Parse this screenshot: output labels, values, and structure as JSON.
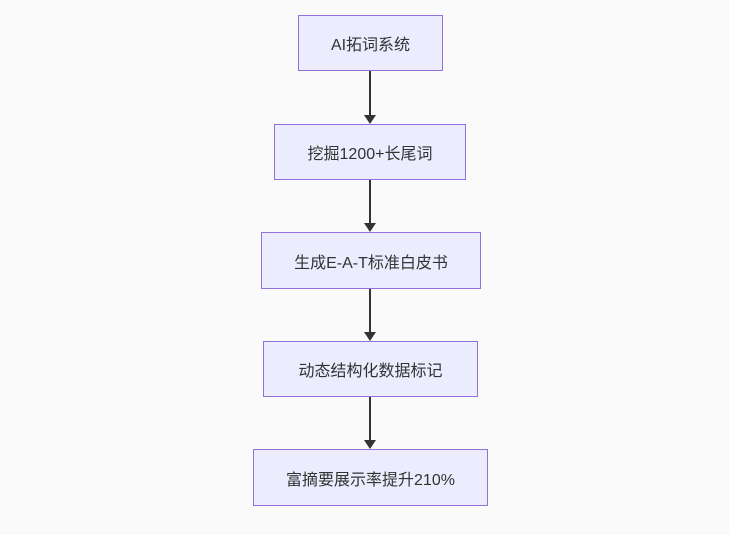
{
  "page": {
    "background": "#fafafa"
  },
  "flowchart": {
    "type": "flowchart",
    "direction": "top-down",
    "colors": {
      "node_fill": "#ECECFF",
      "node_border": "#9370DB",
      "arrow": "#333333",
      "text": "#333333"
    },
    "nodes": [
      {
        "id": "node-1",
        "label": "AI拓词系统"
      },
      {
        "id": "node-2",
        "label": "挖掘1200+长尾词"
      },
      {
        "id": "node-3",
        "label": "生成E-A-T标准白皮书"
      },
      {
        "id": "node-4",
        "label": "动态结构化数据标记"
      },
      {
        "id": "node-5",
        "label": "富摘要展示率提升210%"
      }
    ],
    "edges": [
      {
        "from": "AI拓词系统",
        "to": "挖掘1200+长尾词"
      },
      {
        "from": "挖掘1200+长尾词",
        "to": "生成E-A-T标准白皮书"
      },
      {
        "from": "生成E-A-T标准白皮书",
        "to": "动态结构化数据标记"
      },
      {
        "from": "动态结构化数据标记",
        "to": "富摘要展示率提升210%"
      }
    ]
  }
}
